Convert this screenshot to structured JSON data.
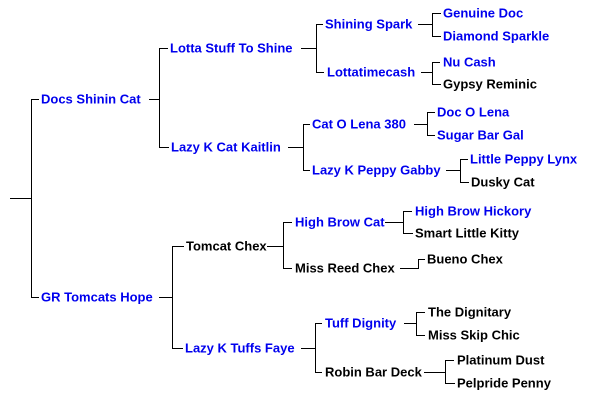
{
  "colors": {
    "link": "#0000EE",
    "text": "#000000",
    "line": "#000000",
    "background": "#FFFFFF"
  },
  "pedigree": {
    "generations": {
      "g1": [
        {
          "name": "Docs Shinin Cat",
          "linked": true
        },
        {
          "name": "GR Tomcats Hope",
          "linked": true
        }
      ],
      "g2": [
        {
          "name": "Lotta Stuff To Shine",
          "linked": true
        },
        {
          "name": "Lazy K Cat Kaitlin",
          "linked": true
        },
        {
          "name": "Tomcat Chex",
          "linked": false
        },
        {
          "name": "Lazy K Tuffs Faye",
          "linked": true
        }
      ],
      "g3": [
        {
          "name": "Shining Spark",
          "linked": true
        },
        {
          "name": "Lottatimecash",
          "linked": true
        },
        {
          "name": "Cat O Lena 380",
          "linked": true
        },
        {
          "name": "Lazy K Peppy Gabby",
          "linked": true
        },
        {
          "name": "High Brow Cat",
          "linked": true
        },
        {
          "name": "Miss Reed Chex",
          "linked": false
        },
        {
          "name": "Tuff Dignity",
          "linked": true
        },
        {
          "name": "Robin Bar Deck",
          "linked": false
        }
      ],
      "g4": [
        {
          "name": "Genuine Doc",
          "linked": true
        },
        {
          "name": "Diamond Sparkle",
          "linked": true
        },
        {
          "name": "Nu Cash",
          "linked": true
        },
        {
          "name": "Gypsy Reminic",
          "linked": false
        },
        {
          "name": "Doc O Lena",
          "linked": true
        },
        {
          "name": "Sugar Bar Gal",
          "linked": true
        },
        {
          "name": "Little Peppy Lynx",
          "linked": true
        },
        {
          "name": "Dusky Cat",
          "linked": false
        },
        {
          "name": "High Brow Hickory",
          "linked": true
        },
        {
          "name": "Smart Little Kitty",
          "linked": false
        },
        {
          "name": "Bueno Chex",
          "linked": false
        },
        {
          "name": "The Dignitary",
          "linked": false
        },
        {
          "name": "Miss Skip Chic",
          "linked": false
        },
        {
          "name": "Platinum Dust",
          "linked": false
        },
        {
          "name": "Pelpride Penny",
          "linked": false
        }
      ]
    }
  }
}
